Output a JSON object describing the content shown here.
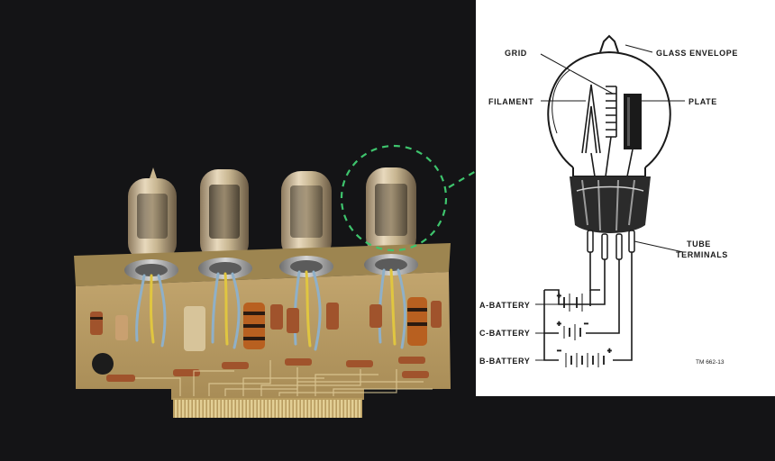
{
  "diagram": {
    "labels": {
      "grid": "GRID",
      "glass_envelope": "GLASS ENVELOPE",
      "filament": "FILAMENT",
      "plate": "PLATE",
      "tube_terminals_1": "TUBE",
      "tube_terminals_2": "TERMINALS",
      "a_battery": "A-BATTERY",
      "c_battery": "C-BATTERY",
      "b_battery": "B-BATTERY",
      "figure_ref": "TM 662-13"
    },
    "colors": {
      "background": "#141416",
      "callout": "#3ec46d",
      "diagram_paper": "#ffffff",
      "board": "#b59a63"
    }
  }
}
